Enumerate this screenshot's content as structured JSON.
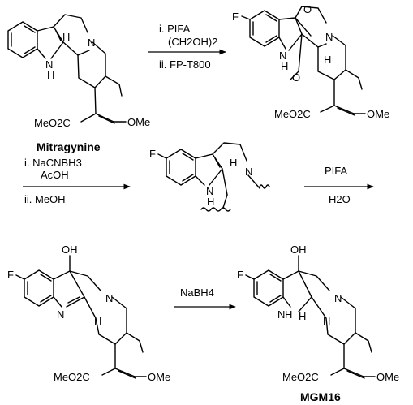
{
  "scheme": {
    "step1": {
      "reagents": [
        "i. PIFA",
        "(CH2OH)2",
        "ii. FP-T800"
      ]
    },
    "step2": {
      "reagents": [
        "i. NaCNBH3",
        "AcOH",
        "ii. MeOH"
      ]
    },
    "step3": {
      "reagents": [
        "PIFA",
        "H2O"
      ]
    },
    "step4": {
      "reagents": [
        "NaBH4"
      ]
    },
    "compounds": {
      "start_name": "Mitragynine",
      "product_name": "MGM16"
    },
    "atoms": {
      "nh": "N",
      "h": "H",
      "n": "N",
      "o": "O",
      "f": "F",
      "oh": "OH",
      "ester": "MeO2C",
      "ome": "OMe"
    }
  }
}
